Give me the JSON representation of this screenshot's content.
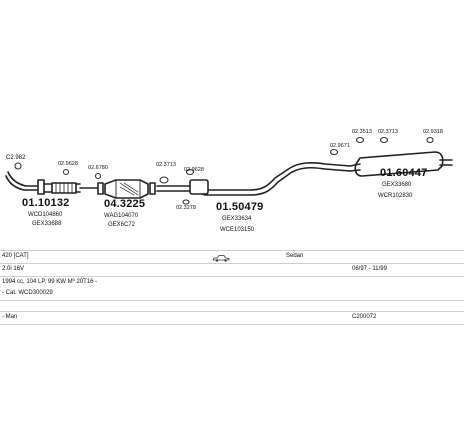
{
  "parts": [
    {
      "id": "pipe-a",
      "code": "C2.982"
    },
    {
      "id": "pipe-b",
      "code": "02.9628"
    },
    {
      "id": "pipe-c",
      "code": "02.6780"
    },
    {
      "id": "pipe-d",
      "code": "02.3713"
    },
    {
      "id": "pipe-e",
      "code": "02.9628"
    },
    {
      "id": "pipe-f",
      "code": "02.3278"
    },
    {
      "id": "pipe-g",
      "code": "02.9671"
    },
    {
      "id": "pipe-h",
      "code": "02.3513"
    },
    {
      "id": "pipe-i",
      "code": "02.3713"
    },
    {
      "id": "pipe-j",
      "code": "02.9318"
    }
  ],
  "main_parts": [
    {
      "id": "main-1",
      "number": "01.10132",
      "refs": [
        "WCD104860",
        "GEX33688"
      ]
    },
    {
      "id": "main-2",
      "number": "04.3225",
      "refs": [
        "WAG104070",
        "GEX6C72"
      ]
    },
    {
      "id": "main-3",
      "number": "01.50479",
      "refs": [
        "GEX33634",
        "WCE103150"
      ]
    },
    {
      "id": "main-4",
      "number": "01.60447",
      "refs": [
        "GEX33680",
        "WCR102830"
      ]
    }
  ],
  "info": {
    "model": "420 [CAT]",
    "body_type": "Sedan",
    "engine": "2.0i 16V",
    "period": "06/97 - 11/99",
    "spec": "1994 cc, 104 LP, 99 KW Mº 20T16 -",
    "catalyst": "- Cat. WCD300029",
    "maker": "- Man",
    "ref_code": "C200072"
  }
}
